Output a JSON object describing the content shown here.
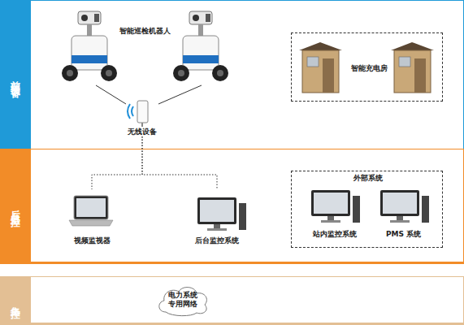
{
  "diagram": {
    "nodes": [
      {
        "text": [
          "前端设备"
        ]
      },
      {
        "text": [
          "智能巡检机器人"
        ],
        "in": 0
      },
      {
        "text": [
          "无线设备"
        ],
        "in": 0
      },
      {
        "text": [
          "智能充电房"
        ],
        "in": 0
      },
      {
        "text": [
          "后台监控"
        ]
      },
      {
        "text": [
          "视频监视器"
        ],
        "in": 4
      },
      {
        "text": [
          "后台监控系统"
        ],
        "in": 4
      },
      {
        "text": [
          "外部系统"
        ],
        "in": 4
      },
      {
        "text": [
          "站内监控系统"
        ],
        "in": 7
      },
      {
        "text": [
          "PMS 系统"
        ],
        "in": 7
      },
      {
        "text": [
          "集控"
        ]
      },
      {
        "text": [
          "电力系统 专用网络"
        ],
        "in": 10
      }
    ],
    "edges": [
      {
        "from": 1,
        "to": 2,
        "arrow": "none"
      },
      {
        "from": 1,
        "to": 2,
        "arrow": "none"
      },
      {
        "from": 2,
        "to": 5,
        "arrow": "none"
      },
      {
        "from": 2,
        "to": 6,
        "arrow": "none"
      }
    ]
  }
}
